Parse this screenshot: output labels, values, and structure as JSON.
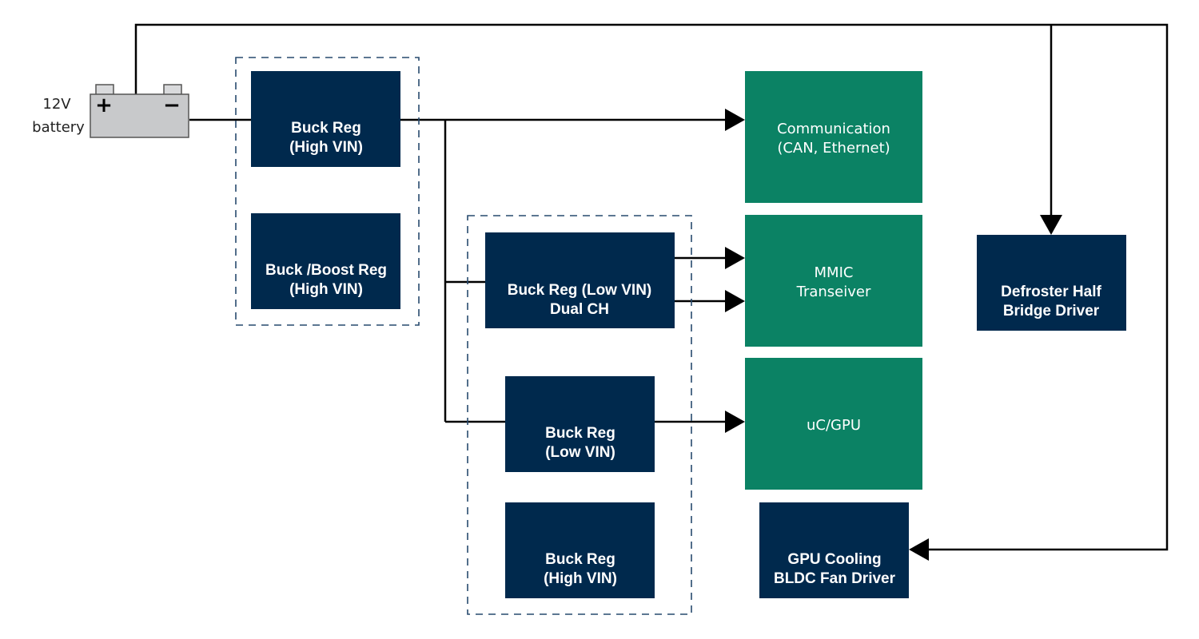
{
  "battery": {
    "label_line1": "12V",
    "label_line2": "battery",
    "positive_sign": "+",
    "negative_sign": "−"
  },
  "blocks": {
    "buck_high_vin_top": {
      "line1": "Buck Reg",
      "line2": "(High VIN)"
    },
    "buck_boost_high_vin": {
      "line1": "Buck /Boost Reg",
      "line2": "(High VIN)"
    },
    "buck_low_vin_dual": {
      "line1": "Buck Reg (Low VIN)",
      "line2": "Dual CH"
    },
    "buck_low_vin": {
      "line1": "Buck Reg",
      "line2": "(Low VIN)"
    },
    "buck_high_vin_bottom": {
      "line1": "Buck Reg",
      "line2": "(High VIN)"
    },
    "communication": {
      "line1": "Communication",
      "line2": "(CAN, Ethernet)"
    },
    "mmic": {
      "line1": "MMIC",
      "line2": "Transeiver"
    },
    "uc_gpu": {
      "line1": "uC/GPU"
    },
    "defroster": {
      "line1": "Defroster Half",
      "line2": "Bridge Driver"
    },
    "gpu_cooling": {
      "line1": "GPU Cooling",
      "line2": "BLDC Fan Driver"
    }
  },
  "colors": {
    "regulator_block": "#00294d",
    "load_block": "#0b8264",
    "wire": "#000000",
    "group_outline": "#274a6e",
    "battery_body": "#c8c9cb"
  }
}
